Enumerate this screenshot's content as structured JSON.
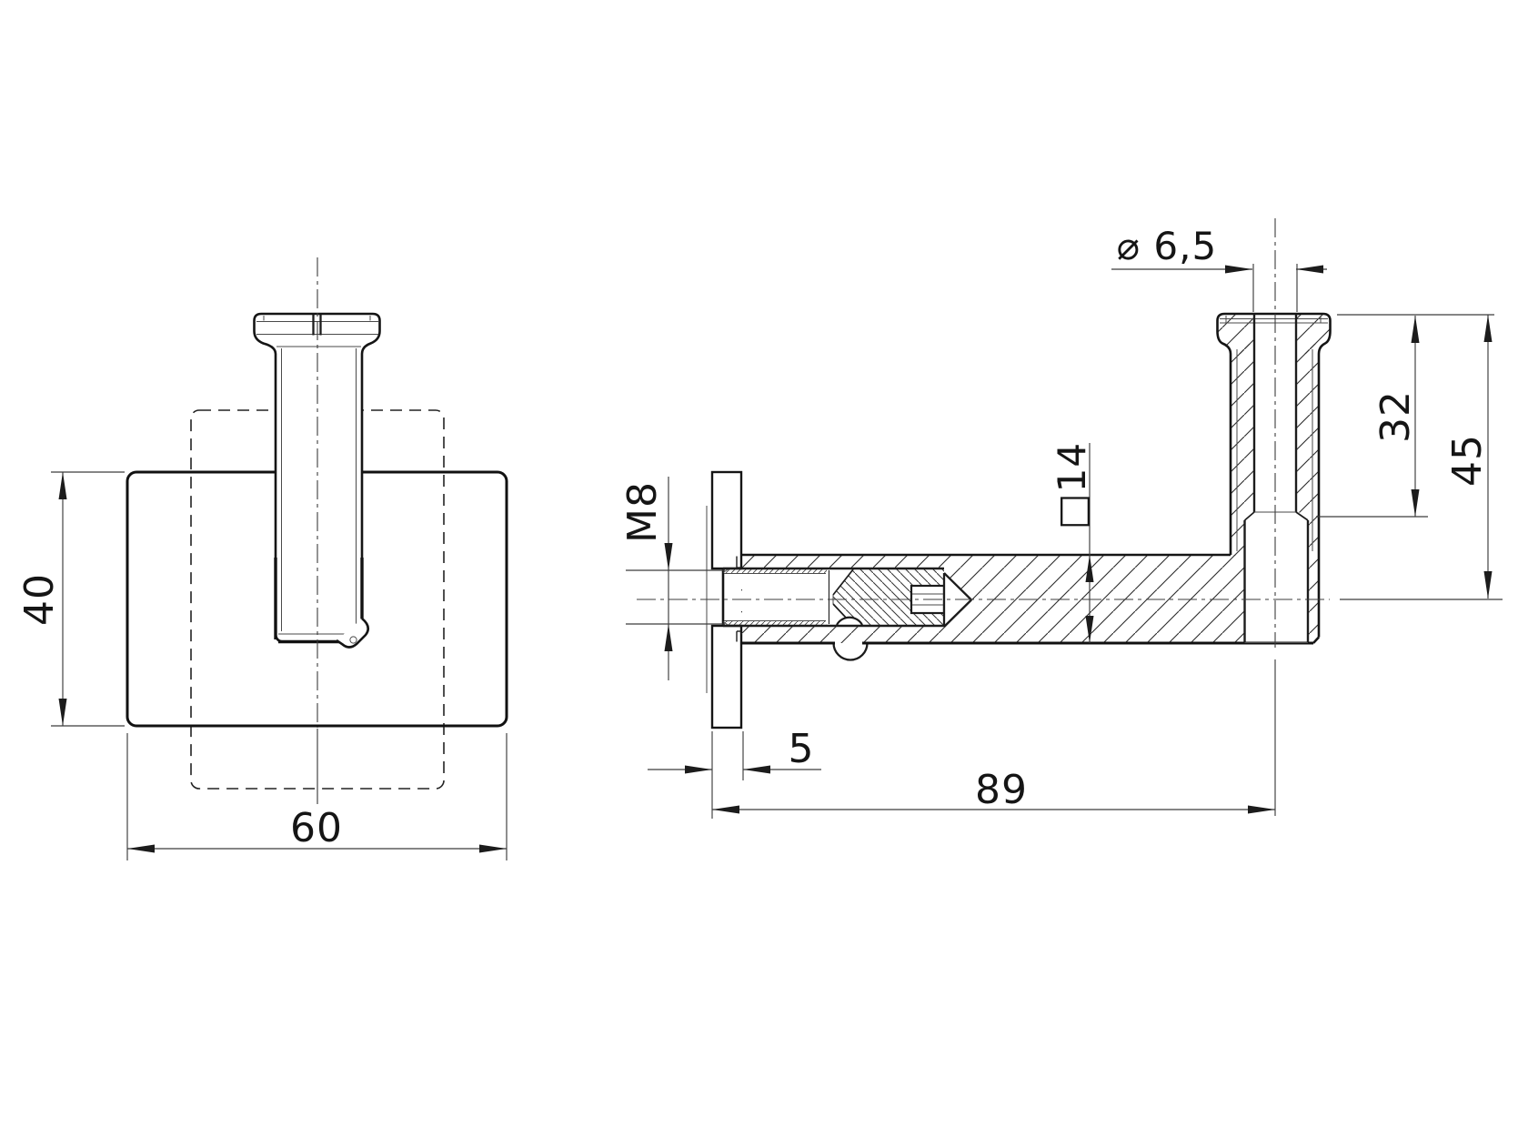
{
  "drawing": {
    "type": "technical-drawing",
    "subject": "handrail-bracket-two-views",
    "colors": {
      "line": "#151515",
      "background": "#ffffff",
      "dimension": "#3c3c3c"
    },
    "dimensions": {
      "front_height": "40",
      "front_width": "60",
      "thread": "M8",
      "plate_thickness": "5",
      "reach": "89",
      "square_section": "□14",
      "hole_diameter": "⌀ 6,5",
      "bore_depth": "32",
      "post_height": "45"
    }
  }
}
